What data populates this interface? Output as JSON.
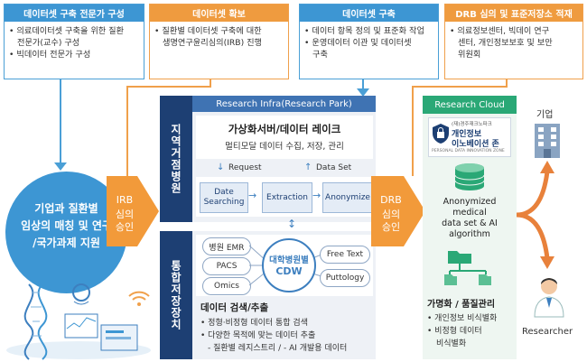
{
  "top_boxes": [
    {
      "title": "데이터셋 구축 전문가 구성",
      "items": [
        "의료데이터셋 구축을 위한 질환",
        "전문가(교수) 구성",
        "빅데이터 전문가 구성"
      ]
    },
    {
      "title": "데이터셋 확보",
      "items": [
        "질환별 데이터셋 구축에 대한",
        "생명연구윤리심의(IRB) 진행"
      ]
    },
    {
      "title": "데이터셋 구축",
      "items": [
        "데이터 항목 정의 및 표준화 작업",
        "운영데이터 이관 및 데이터셋",
        "구축"
      ]
    },
    {
      "title": "DRB 심의 및 표준저장소 적재",
      "items": [
        "의료정보센터, 빅데이 연구",
        "센터, 개인정보보호 및 보안",
        "위원회"
      ]
    }
  ],
  "left_circle": {
    "line1": "기업과 질환별",
    "line2": "임상의 매칭 및 연구",
    "line3": "/국가과제 지원"
  },
  "irb_arrow": {
    "line1": "IRB",
    "line2": "심의",
    "line3": "승인"
  },
  "drb_arrow": {
    "line1": "DRB",
    "line2": "심의",
    "line3": "승인"
  },
  "regional": {
    "label": "지역거점병원",
    "header": "Research Infra(Research Park)",
    "title": "가상화서버/데이터 레이크",
    "subtitle": "멀티모달 데이터 수집, 저장, 관리",
    "request": "Request",
    "dataset": "Data Set",
    "steps": [
      "Date\nSearching",
      "Extraction",
      "Anonymize"
    ]
  },
  "integrated": {
    "label": "통합저장장치",
    "left_pills": [
      "병원 EMR",
      "PACS",
      "Omics"
    ],
    "center_line1": "대학병원별",
    "center_line2": "CDW",
    "right_pills": [
      "Free Text",
      "Puttology"
    ],
    "search_title": "데이터 검색/추출",
    "search_items": [
      "정형·비정형 데이터 통합 검색",
      "다양한 목적에 맞는 데이터 추출",
      "- 질환별 레지스트리 / - AI 개발용 데이터"
    ]
  },
  "cloud": {
    "header": "Research Cloud",
    "badge_small": "(재)경주재크노파크",
    "badge_line1": "개인정보",
    "badge_line2": "이노베이션 존",
    "badge_en": "PERSONAL DATA INNOVATION ZONE",
    "ai_lines": [
      "Anonymized",
      "medical",
      "data set & AI",
      "algorithm"
    ],
    "mgmt_title": "가명화 / 품질관리",
    "mgmt_items": [
      "개인정보 비식별화",
      "비정형 데이터",
      "비식별화"
    ]
  },
  "right": {
    "company": "기업",
    "researcher": "Researcher"
  }
}
